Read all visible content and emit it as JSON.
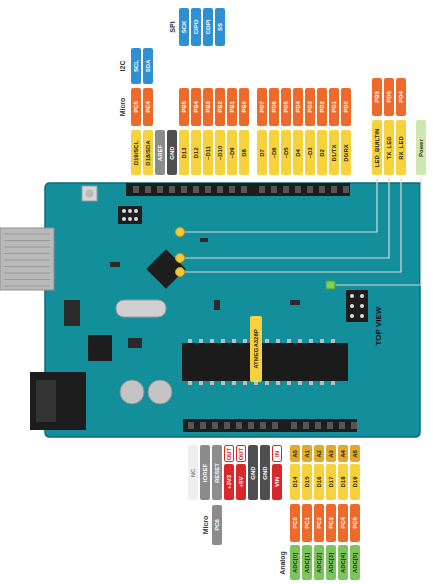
{
  "diagram": {
    "labels": [
      "D19/SCL",
      "D18/SDA",
      "AREF",
      "GND",
      "D13",
      "D12",
      "~D11",
      "~D10",
      "~D9",
      "D8",
      "D7",
      "~D6",
      "~D5",
      "D4",
      "~D3",
      "D2",
      "D1/TX",
      "D0/RX",
      "PC5",
      "PC4",
      "PB5",
      "PB4",
      "PB3",
      "PB2",
      "PB1",
      "PB0",
      "PD7",
      "PD6",
      "PD5",
      "PD4",
      "PD3",
      "PD2",
      "PD1",
      "PD0",
      "SCL",
      "SDA",
      "SCK",
      "CIPO",
      "COPI",
      "SS",
      "I2C",
      "Micro",
      "SPI",
      "LED_BUILTIN",
      "TX_LED",
      "RX_LED",
      "Power",
      "PB5",
      "PD5",
      "PD4",
      "NC",
      "IOREF",
      "RESET",
      "OUT",
      "+3V3",
      "OUT",
      "+5V",
      "GND",
      "GND",
      "IN",
      "VIN",
      "Micro",
      "PC6",
      "A0",
      "D14",
      "A1",
      "D15",
      "A2",
      "D16",
      "A3",
      "D17",
      "A4",
      "D18",
      "A5",
      "D19",
      "PC0",
      "PC1",
      "PC2",
      "PC3",
      "PC4",
      "PC5",
      "ADC[0]",
      "ADC[1]",
      "ADC[2]",
      "ADC[3]",
      "ADC[4]",
      "ADC[5]",
      "Analog",
      "ATMEGA328P",
      "TOP VIEW"
    ]
  }
}
